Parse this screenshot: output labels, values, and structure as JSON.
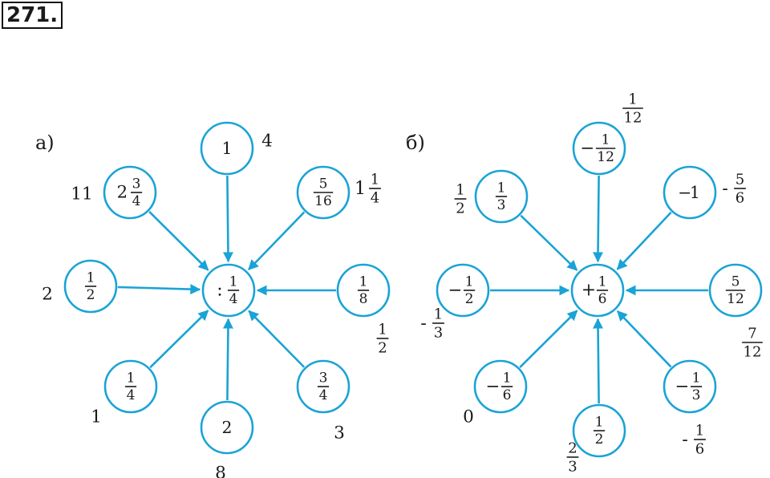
{
  "exercise_number": "271.",
  "colors": {
    "accent": "#1aa3d6",
    "text": "#1a1a1a"
  },
  "diagrams": [
    {
      "id": "a",
      "label": "а)",
      "center": {
        "op": ":",
        "value": {
          "n": "1",
          "d": "4"
        }
      },
      "nodes": [
        {
          "value": {
            "w": "1"
          },
          "answer": {
            "w": "4"
          }
        },
        {
          "value": {
            "n": "5",
            "d": "16"
          },
          "answer": {
            "w": "1",
            "n": "1",
            "d": "4"
          }
        },
        {
          "value": {
            "n": "1",
            "d": "8"
          },
          "answer": {
            "n": "1",
            "d": "2"
          }
        },
        {
          "value": {
            "n": "3",
            "d": "4"
          },
          "answer": {
            "w": "3"
          }
        },
        {
          "value": {
            "w": "2"
          },
          "answer": {
            "w": "8"
          }
        },
        {
          "value": {
            "n": "1",
            "d": "4"
          },
          "answer": {
            "w": "1"
          }
        },
        {
          "value": {
            "n": "1",
            "d": "2"
          },
          "answer": {
            "w": "2"
          }
        },
        {
          "value": {
            "w": "2",
            "n": "3",
            "d": "4"
          },
          "answer": {
            "w": "11"
          }
        }
      ]
    },
    {
      "id": "b",
      "label": "б)",
      "center": {
        "op": "+",
        "value": {
          "n": "1",
          "d": "6"
        }
      },
      "nodes": [
        {
          "value": {
            "sign": "−",
            "n": "1",
            "d": "12"
          },
          "answer": {
            "n": "1",
            "d": "12"
          }
        },
        {
          "value": {
            "sign": "−",
            "w": "1"
          },
          "answer": {
            "sign": "-",
            "n": "5",
            "d": "6"
          }
        },
        {
          "value": {
            "n": "5",
            "d": "12"
          },
          "answer": {
            "n": "7",
            "d": "12"
          }
        },
        {
          "value": {
            "sign": "−",
            "n": "1",
            "d": "3"
          },
          "answer": {
            "sign": "-",
            "n": "1",
            "d": "6"
          }
        },
        {
          "value": {
            "n": "1",
            "d": "2"
          },
          "answer": {
            "n": "2",
            "d": "3"
          }
        },
        {
          "value": {
            "sign": "−",
            "n": "1",
            "d": "6"
          },
          "answer": {
            "w": "0"
          }
        },
        {
          "value": {
            "sign": "−",
            "n": "1",
            "d": "2"
          },
          "answer": {
            "sign": "-",
            "n": "1",
            "d": "3"
          }
        },
        {
          "value": {
            "n": "1",
            "d": "3"
          },
          "answer": {
            "n": "1",
            "d": "2"
          }
        }
      ]
    }
  ]
}
